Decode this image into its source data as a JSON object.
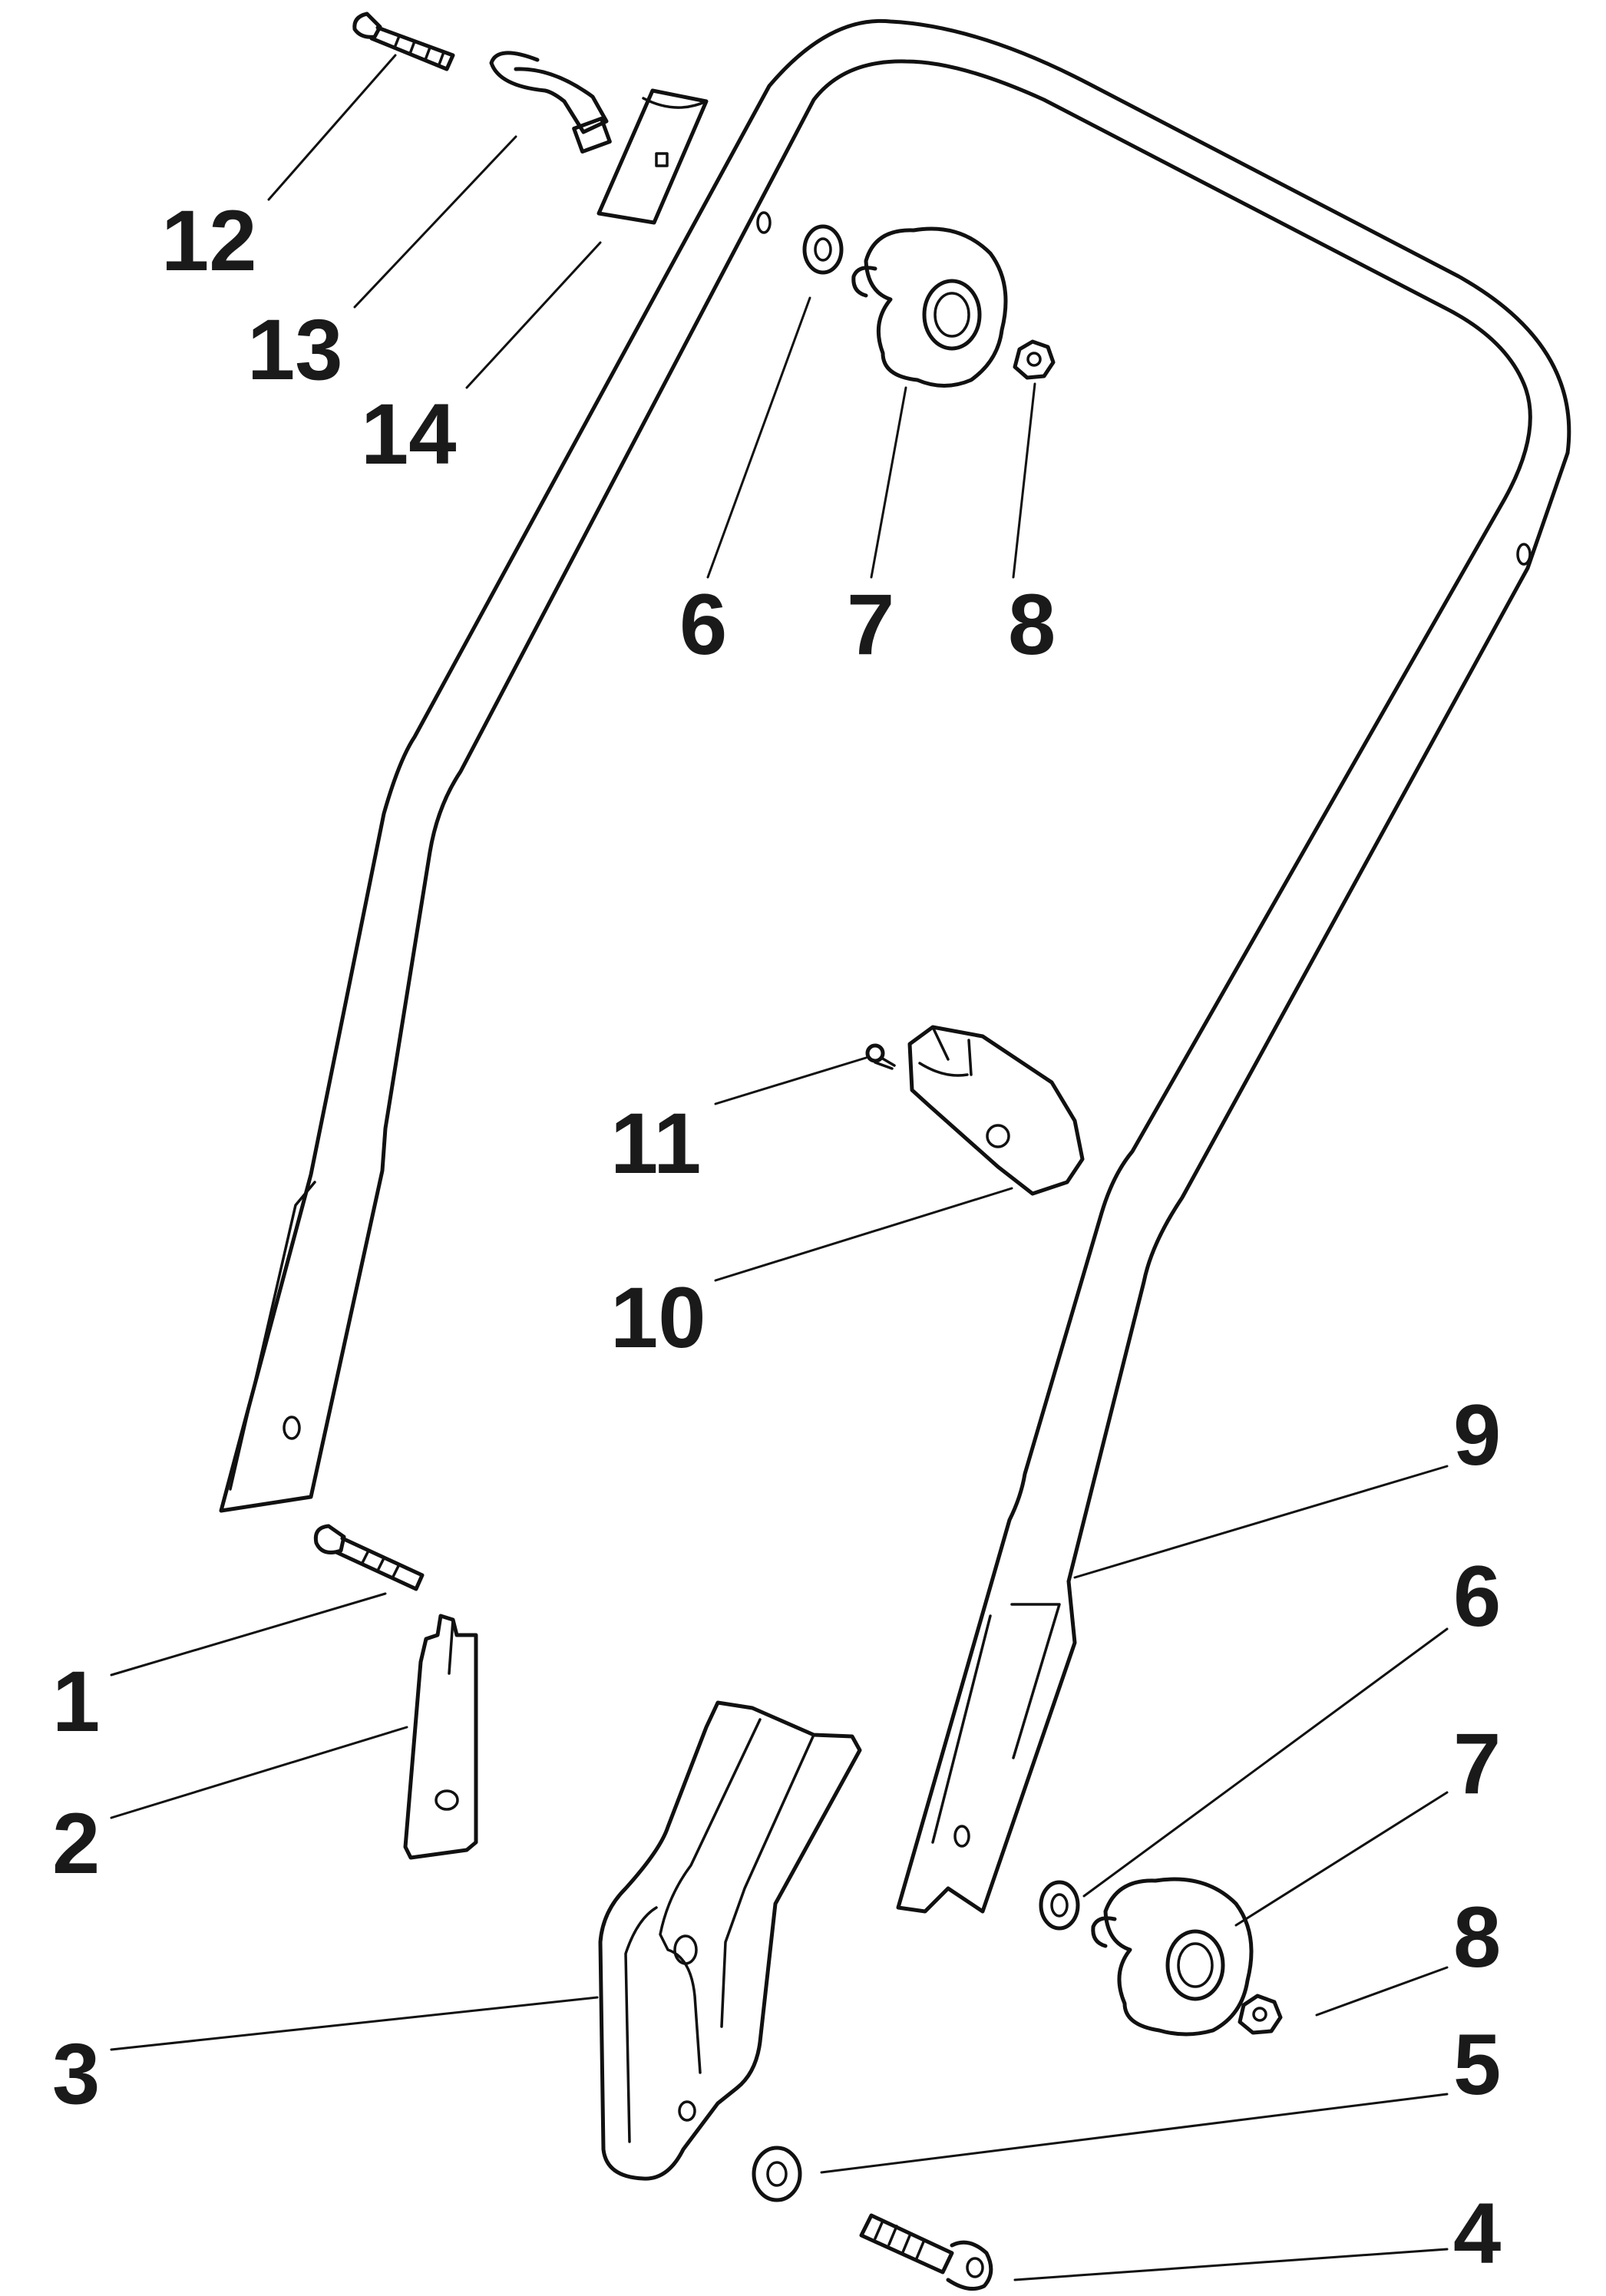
{
  "callouts": {
    "c1": "1",
    "c2": "2",
    "c3": "3",
    "c4": "4",
    "c5": "5",
    "c6_upper": "6",
    "c6_lower": "6",
    "c7_upper": "7",
    "c7_lower": "7",
    "c8_upper": "8",
    "c8_lower": "8",
    "c9": "9",
    "c10": "10",
    "c11": "11",
    "c12": "12",
    "c13": "13",
    "c14": "14"
  },
  "colors": {
    "line": "#111111",
    "background": "#ffffff"
  }
}
